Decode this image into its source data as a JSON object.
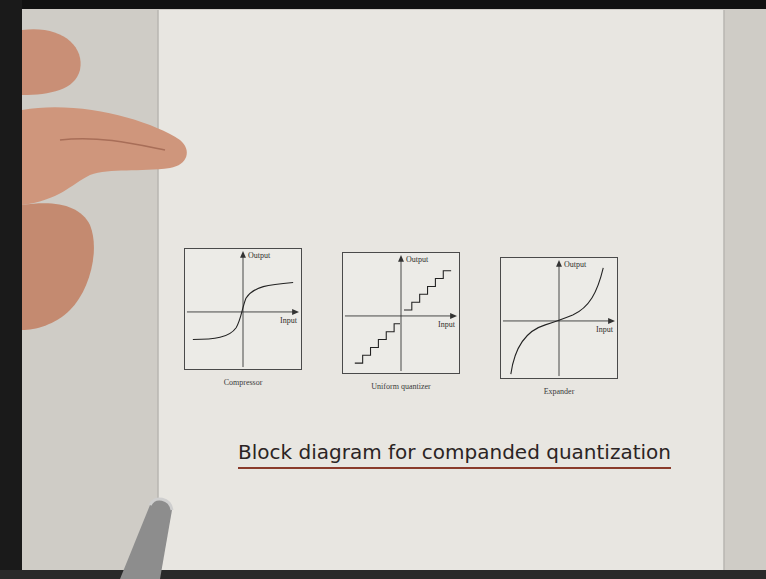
{
  "diagram": {
    "caption": "Block diagram for companded quantization",
    "nodes": [
      {
        "text": [
          "Output",
          "Input",
          "Compressor"
        ]
      },
      {
        "text": [
          "Output",
          "Input",
          "Uniform quantizer"
        ]
      },
      {
        "text": [
          "Output",
          "Input",
          "Expander"
        ]
      }
    ]
  }
}
